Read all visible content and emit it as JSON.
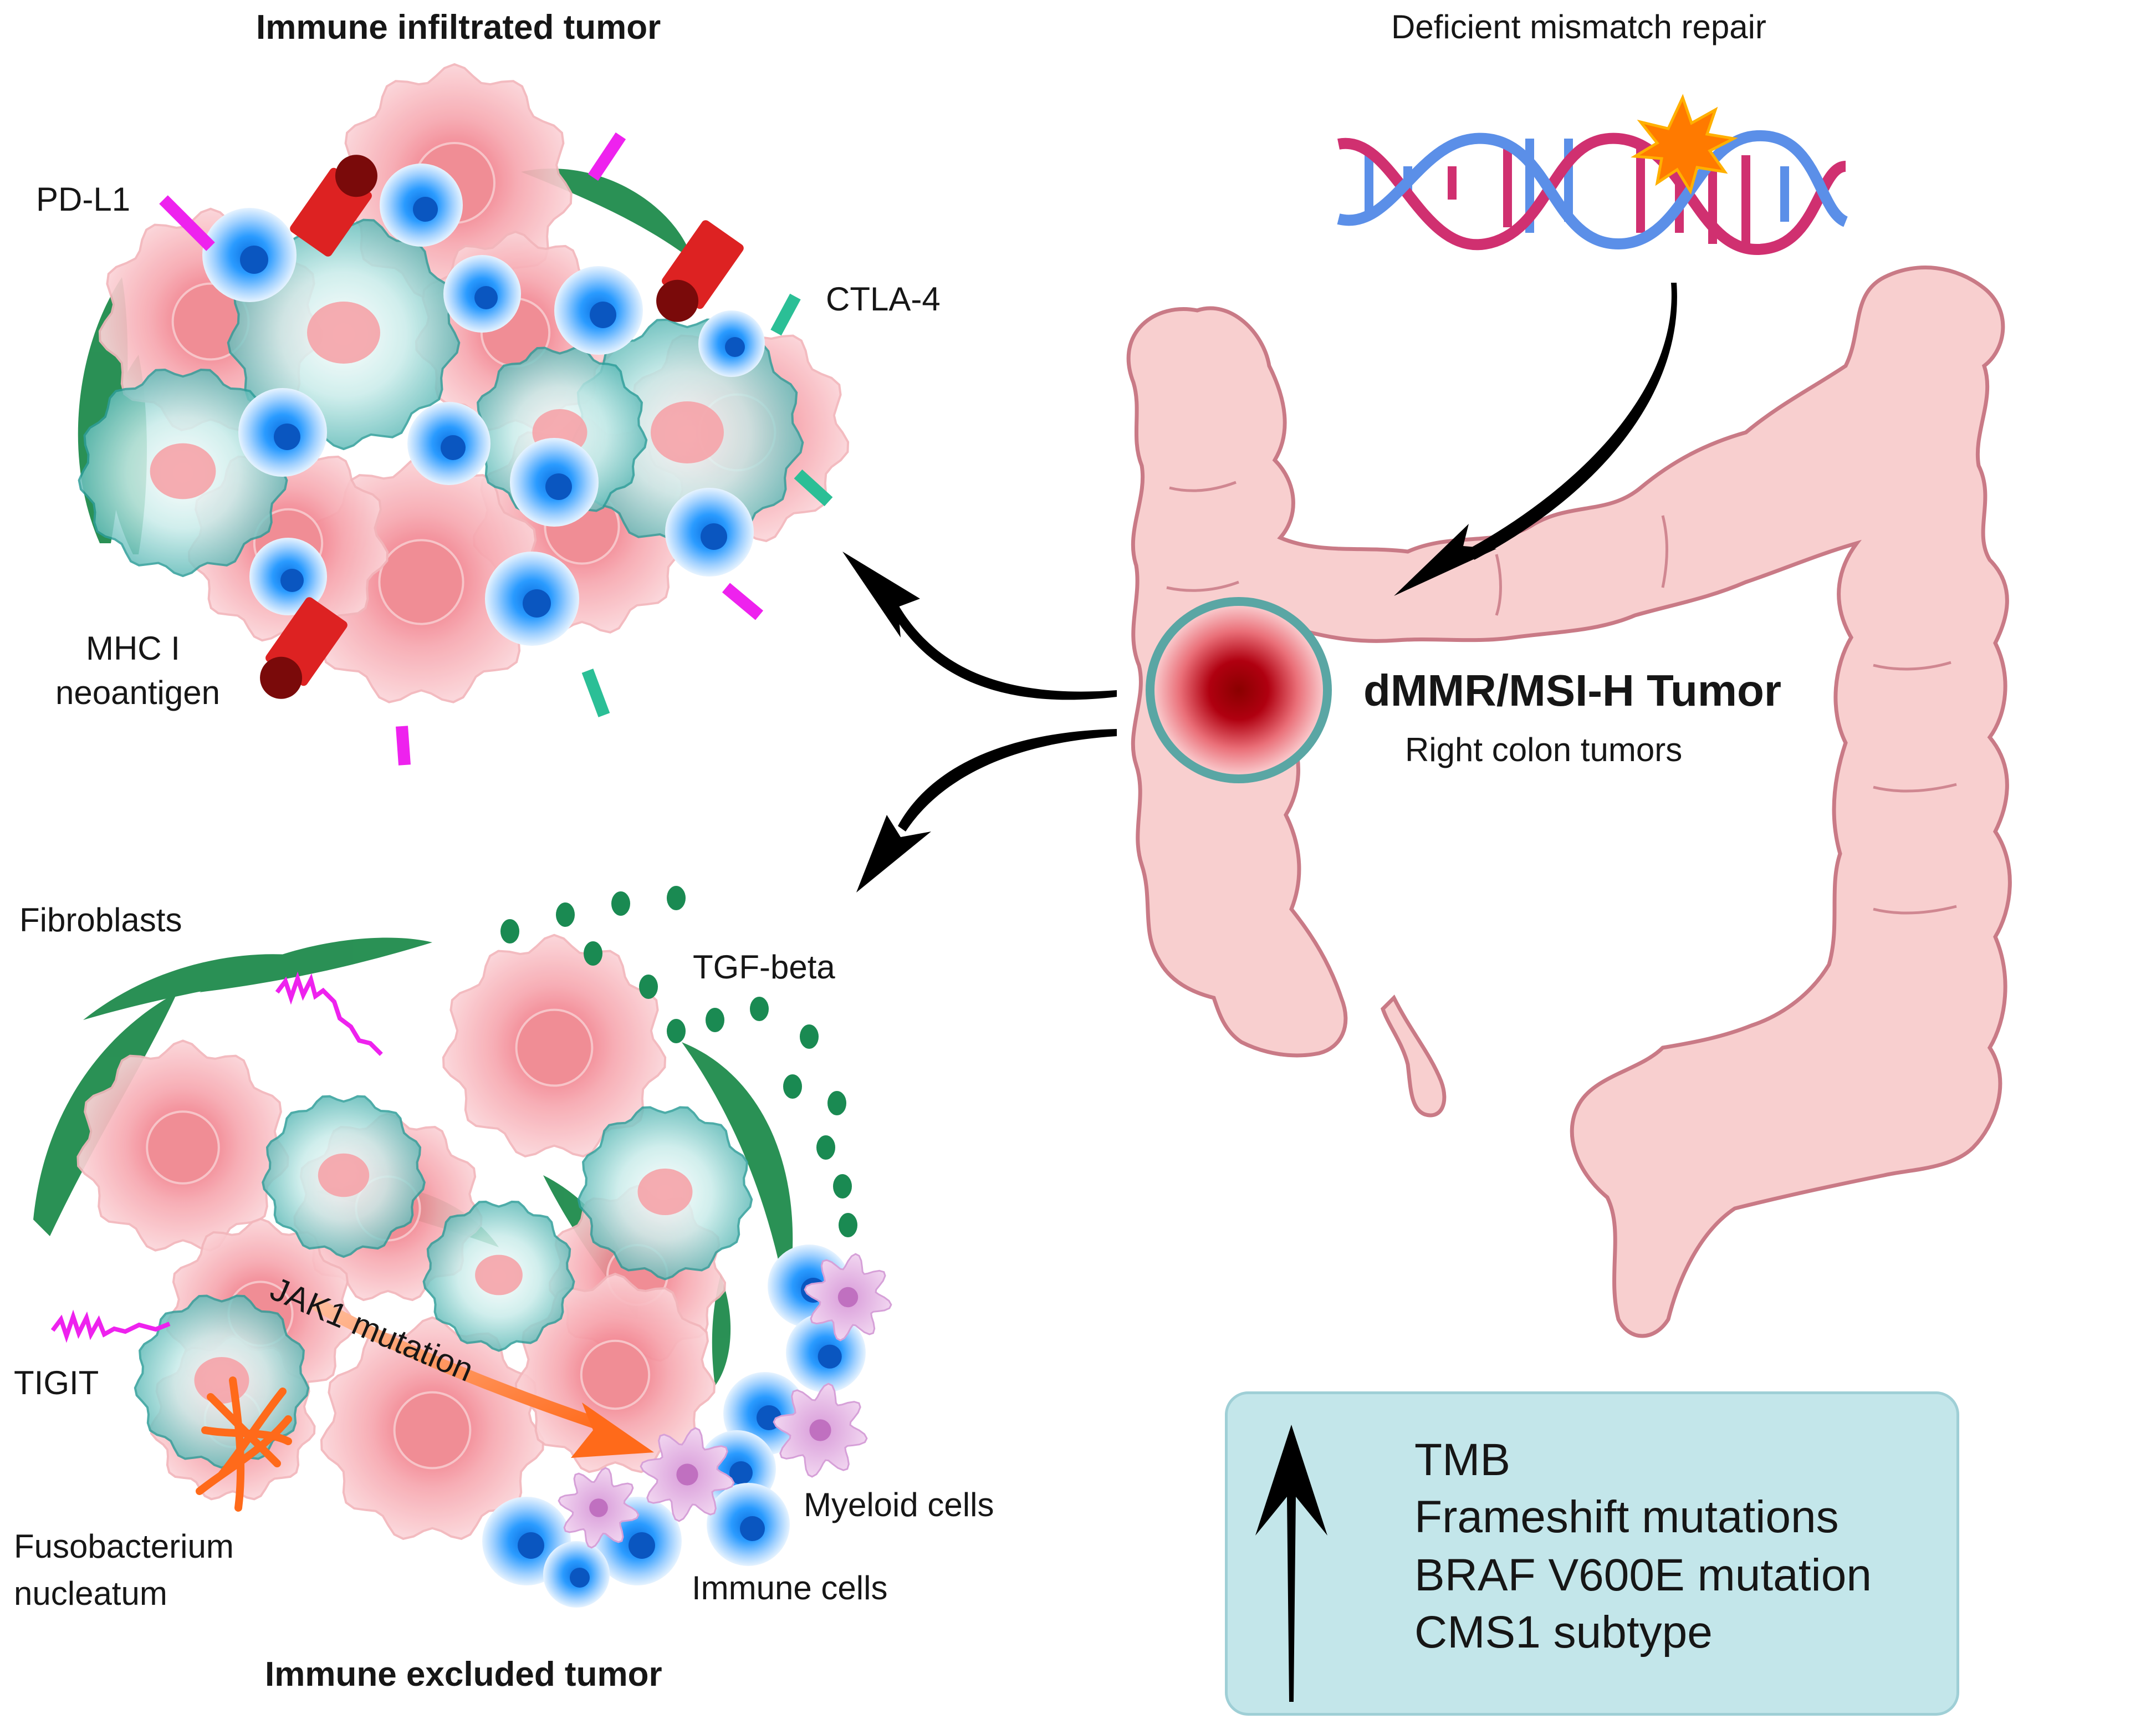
{
  "titles": {
    "immune_infiltrated": "Immune infiltrated tumor",
    "immune_excluded": "Immune excluded tumor",
    "mismatch_repair": "Deficient mismatch repair",
    "dmmr_tumor": "dMMR/MSI-H Tumor",
    "right_colon": "Right colon tumors"
  },
  "infiltrated_labels": {
    "pdl1": "PD-L1",
    "ctla4": "CTLA-4",
    "mhc1_line1": "MHC I",
    "mhc1_line2": "neoantigen"
  },
  "excluded_labels": {
    "fibroblasts": "Fibroblasts",
    "tgf_beta": "TGF-beta",
    "jak1": "JAK1 mutation",
    "tigit": "TIGIT",
    "fuso_line1": "Fusobacterium",
    "fuso_line2": "nucleatum",
    "myeloid": "Myeloid cells",
    "immune_cells": "Immune cells"
  },
  "features": {
    "items": [
      "TMB",
      "Frameshift mutations",
      "BRAF V600E mutation",
      "CMS1 subtype"
    ]
  },
  "colors": {
    "colon_fill": "#f8cfcf",
    "colon_stroke": "#c97a86",
    "tumor_core": "#9b0000",
    "tumor_ring": "#5aa6a4",
    "tumor_cell": "#f5a6ad",
    "tumor_nucleus": "#f08d95",
    "teal_cell": "#8ed0ce",
    "immune_blue": "#1e90ff",
    "fibroblast": "#1f8b4c",
    "pdl1_magenta": "#ee22ee",
    "ctla4_teal": "#2bbf96",
    "mhc_red": "#dd2222",
    "box_fill": "#c3e6ea"
  }
}
